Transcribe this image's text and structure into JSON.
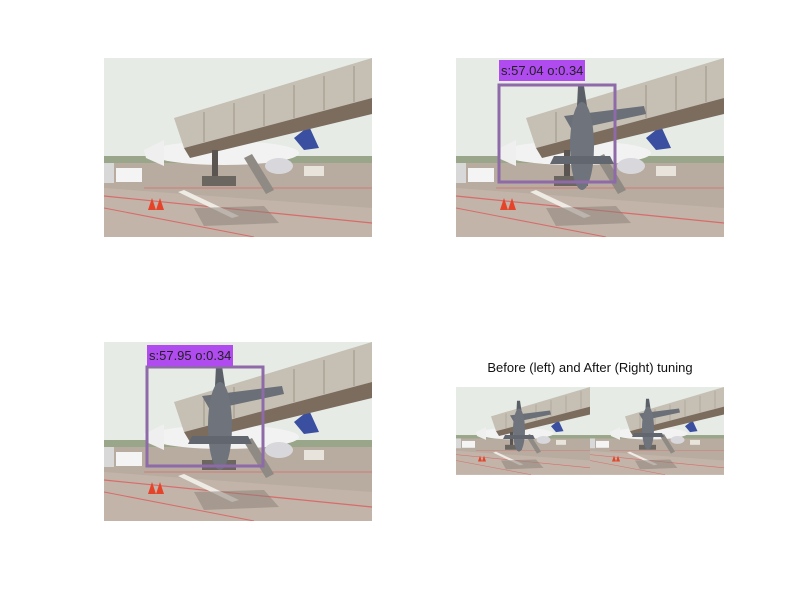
{
  "panels": [
    {
      "id": "original"
    },
    {
      "id": "detection-1",
      "label": "s:57.04 o:0.34"
    },
    {
      "id": "detection-2",
      "label": "s:57.95 o:0.34"
    }
  ],
  "comparison": {
    "caption": "Before (left) and After (Right) tuning"
  },
  "colors": {
    "box_stroke": "#8e6aa8",
    "label_bg": "#b04bf0",
    "sky": "#e8ece8",
    "tarmac": "#b6a99d",
    "bridge": "#c9c2b6"
  }
}
